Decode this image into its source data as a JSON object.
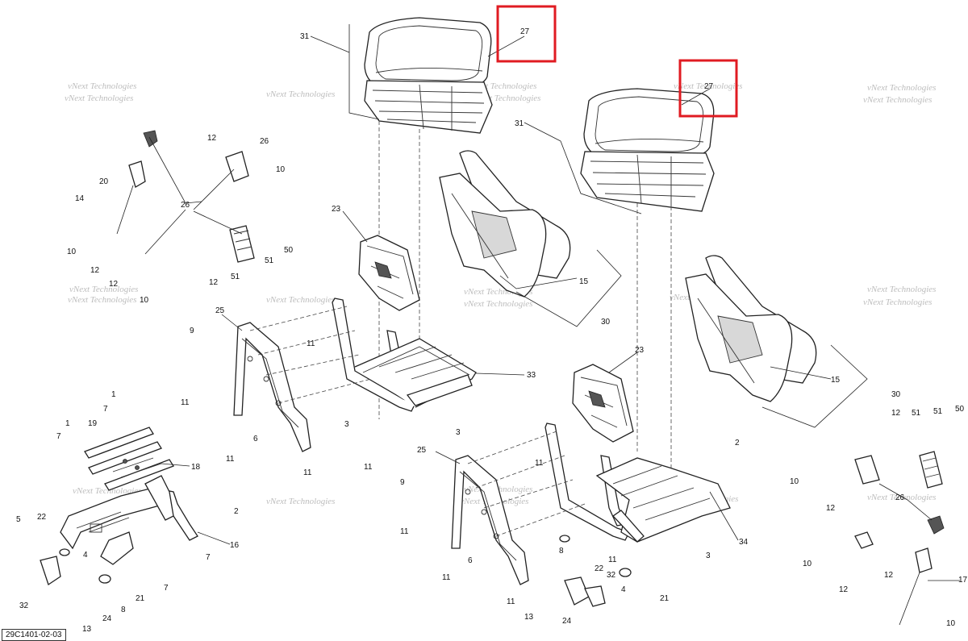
{
  "diagram": {
    "reference": "29C1401-02-03",
    "watermark": "vNext Technologies",
    "highlight_color": "#e01b22",
    "callouts": {
      "c27a": "27",
      "c31a": "31",
      "c27b": "27",
      "c31b": "31",
      "c26a": "26",
      "c12a": "12",
      "c10a": "10",
      "c20": "20",
      "c14": "14",
      "c10b": "10",
      "c12b": "12",
      "c12c": "12",
      "c10c": "10",
      "c26b": "26",
      "c50a": "50",
      "c51a": "51",
      "c12d": "12",
      "c51b": "51",
      "c23a": "23",
      "c15a": "15",
      "c30a": "30",
      "c33": "33",
      "c25a": "25",
      "c9a": "9",
      "c11a": "11",
      "c11b": "11",
      "c6a": "6",
      "c11c": "11",
      "c11d": "11",
      "c3a": "3",
      "c3b": "3",
      "c1a": "1",
      "c7a": "7",
      "c1b": "1",
      "c19": "19",
      "c7b": "7",
      "c18": "18",
      "c2a": "2",
      "c16": "16",
      "c7c": "7",
      "c7d": "7",
      "c5": "5",
      "c22a": "22",
      "c4a": "4",
      "c32a": "32",
      "c8a": "8",
      "c21a": "21",
      "c24a": "24",
      "c13a": "13",
      "c23b": "23",
      "c15b": "15",
      "c30b": "30",
      "c25b": "25",
      "c9b": "9",
      "c11e": "11",
      "c11f": "11",
      "c6b": "6",
      "c11g": "11",
      "c11h": "11",
      "c2b": "2",
      "c34": "34",
      "c3c": "3",
      "c8b": "8",
      "c22b": "22",
      "c32b": "32",
      "c4b": "4",
      "c21b": "21",
      "c24b": "24",
      "c13b": "13",
      "c12e": "12",
      "c51c": "51",
      "c51d": "51",
      "c50b": "50",
      "c10d": "10",
      "c12f": "12",
      "c26c": "26",
      "c10e": "10",
      "c12g": "12",
      "c12h": "12",
      "c17": "17",
      "c10f": "10"
    }
  }
}
